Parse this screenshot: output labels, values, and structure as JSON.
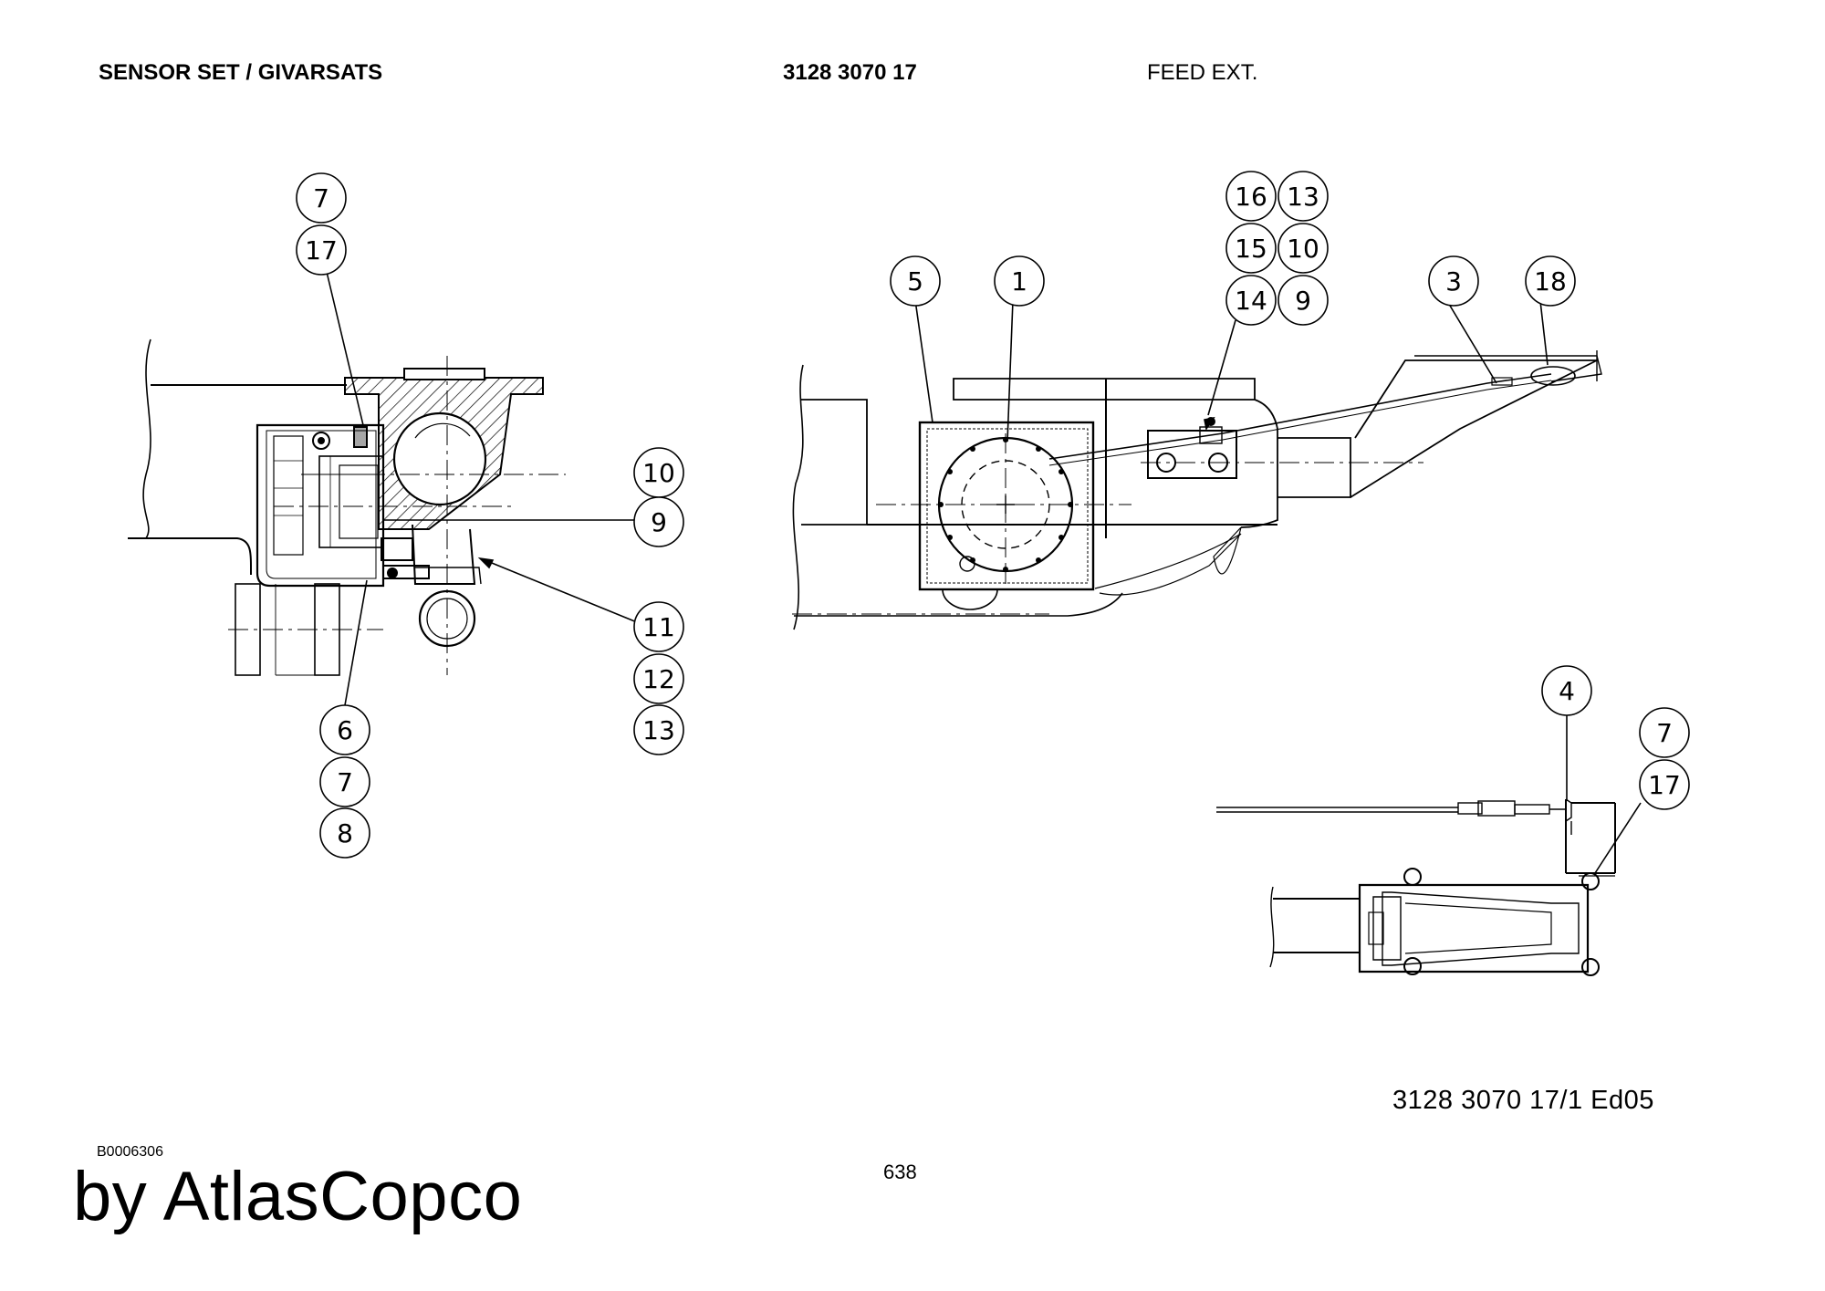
{
  "header": {
    "title": "SENSOR SET / GIVARSATS",
    "part_number": "3128 3070 17",
    "section": "FEED EXT."
  },
  "callouts": {
    "left_view": [
      "7",
      "17",
      "10",
      "9",
      "11",
      "12",
      "13",
      "6",
      "7",
      "8"
    ],
    "main_view": [
      "5",
      "1",
      "16",
      "13",
      "15",
      "10",
      "14",
      "9",
      "3",
      "18"
    ],
    "detail_view": [
      "4",
      "7",
      "17"
    ]
  },
  "footer": {
    "drawing_ref": "3128 3070 17/1  Ed05",
    "image_id": "B0006306",
    "page_number": "638",
    "brand": "by AtlasCopco"
  }
}
